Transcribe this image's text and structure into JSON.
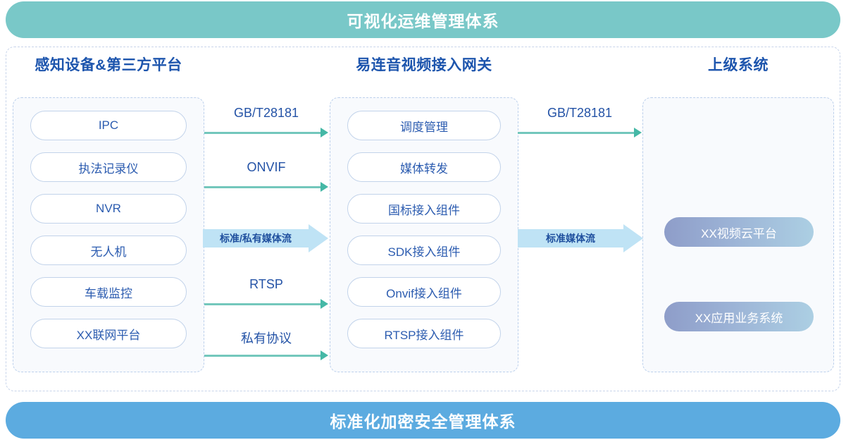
{
  "banners": {
    "top": "可视化运维管理体系",
    "bottom": "标准化加密安全管理体系",
    "top_color": "#79c8c8",
    "bottom_color": "#5cabe0"
  },
  "columns": {
    "left": {
      "title": "感知设备&第三方平台",
      "items": [
        {
          "label": "IPC"
        },
        {
          "label": "执法记录仪"
        },
        {
          "label": "NVR"
        },
        {
          "label": "无人机"
        },
        {
          "label": "车载监控"
        },
        {
          "label": "XX联网平台"
        }
      ]
    },
    "middle": {
      "title": "易连音视频接入网关",
      "items": [
        {
          "label": "调度管理"
        },
        {
          "label": "媒体转发"
        },
        {
          "label": "国标接入组件"
        },
        {
          "label": "SDK接入组件"
        },
        {
          "label": "Onvif接入组件"
        },
        {
          "label": "RTSP接入组件"
        }
      ]
    },
    "right": {
      "title": "上级系统",
      "items": [
        {
          "label": "XX视频云平台"
        },
        {
          "label": "XX应用业务系统"
        }
      ]
    }
  },
  "connectors": {
    "left_to_middle": [
      {
        "label": "GB/T28181",
        "type": "thin"
      },
      {
        "label": "ONVIF",
        "type": "thin"
      },
      {
        "label": "标准/私有媒体流",
        "type": "block"
      },
      {
        "label": "RTSP",
        "type": "thin"
      },
      {
        "label": "私有协议",
        "type": "thin"
      }
    ],
    "middle_to_right": [
      {
        "label": "GB/T28181",
        "type": "thin"
      },
      {
        "label": "标准媒体流",
        "type": "block"
      }
    ]
  },
  "colors": {
    "title_blue": "#1d55ad",
    "pill_text": "#2c5cb0",
    "pill_border": "#c2d3ea",
    "arrow_teal": "#45b8a6",
    "arrow_block": "#bfe3f5",
    "dashed_border": "#bcd0ec",
    "panel_bg": "#f8fafd",
    "gradient_from": "#8e9dc9",
    "gradient_to": "#accfe3"
  }
}
